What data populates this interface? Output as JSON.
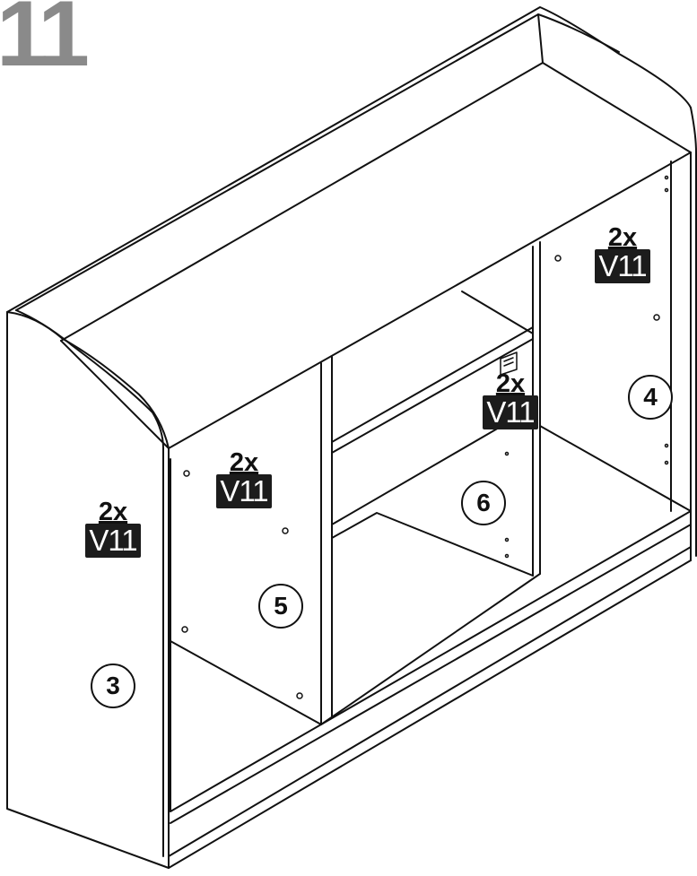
{
  "step": {
    "number": "11"
  },
  "callouts": [
    {
      "quantity": "2x",
      "part": "V11"
    },
    {
      "quantity": "2x",
      "part": "V11"
    },
    {
      "quantity": "2x",
      "part": "V11"
    },
    {
      "quantity": "2x",
      "part": "V11"
    }
  ],
  "panels": [
    "3",
    "4",
    "5",
    "6"
  ],
  "colors": {
    "ink": "#111111",
    "step_number": "#8a8a8a",
    "badge": "#1c1c1c"
  }
}
